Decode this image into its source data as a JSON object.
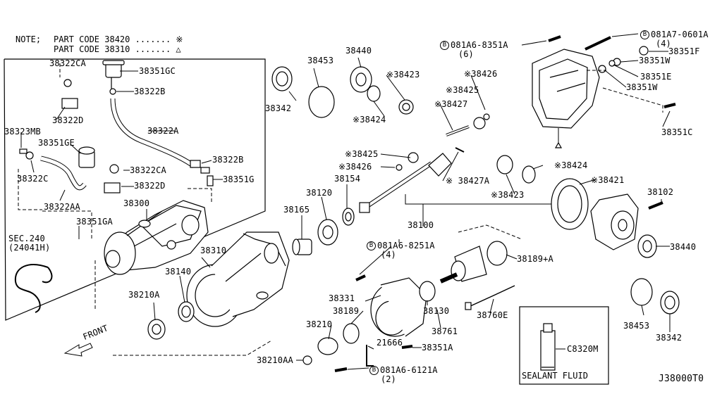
{
  "note": {
    "prefix": "NOTE;",
    "line1": "PART CODE  38420 ....... ※",
    "line2": "PART CODE  38310 ....... △"
  },
  "diagram_code": "J38000T0",
  "front_label": "FRONT",
  "sealant_box": {
    "title": "SEALANT FLUID",
    "part": "C8320M"
  },
  "sec_ref": {
    "line1": "SEC.240",
    "line2": "(24041H)"
  },
  "callouts": {
    "c38322CA_top": "38322CA",
    "c38351GC": "38351GC",
    "c38322B_top": "38322B",
    "c38322D_top": "38322D",
    "c38323MB": "38323MB",
    "c38351GE": "38351GE",
    "c38322A": "38322A",
    "c38322C": "38322C",
    "c38322B_mid": "38322B",
    "c38322CA_mid": "38322CA",
    "c38351G": "38351G",
    "c38322D_mid": "38322D",
    "c38322AA": "38322AA",
    "c38300": "38300",
    "c38351GA": "38351GA",
    "c38453_top": "38453",
    "c38440_top": "38440",
    "c38342_top": "38342",
    "c38423_top": "※38423",
    "c38424_top": "※38424",
    "c38426_top": "※38426",
    "c38425_top": "※38425",
    "c38427": "※38427",
    "c38425_mid": "※38425",
    "c38426_mid": "※38426",
    "c38427A": "※ 38427A",
    "c38424_mid": "※38424",
    "c38423_mid": "※38423",
    "c38154": "38154",
    "c38120": "38120",
    "c38165": "38165",
    "c38100": "38100",
    "c38421": "※38421",
    "c38102": "38102",
    "c38440_right": "38440",
    "c38310": "38310",
    "c38140": "38140",
    "c38210A": "38210A",
    "c38189A": "38189+A",
    "c38331": "38331",
    "c38189": "38189",
    "c38130": "38130",
    "c38210": "38210",
    "c38761": "38761",
    "c38760E": "38760E",
    "c21666": "21666",
    "c38351A": "38351A",
    "c38210AA": "38210AA",
    "c38453_right": "38453",
    "c38342_right": "38342",
    "c38351F": "38351F",
    "c38351W_a": "38351W",
    "c38351E": "38351E",
    "c38351W_b": "38351W",
    "c38351C": "38351C"
  },
  "bolt_refs": {
    "b1": {
      "code": "081A6-8351A",
      "qty": "(6)"
    },
    "b2": {
      "code": "081A7-0601A",
      "qty": "(4)"
    },
    "b3": {
      "code": "081A6-8251A",
      "qty": "(4)"
    },
    "b4": {
      "code": "081A6-6121A",
      "qty": "(2)"
    },
    "circle_letter": "B"
  }
}
